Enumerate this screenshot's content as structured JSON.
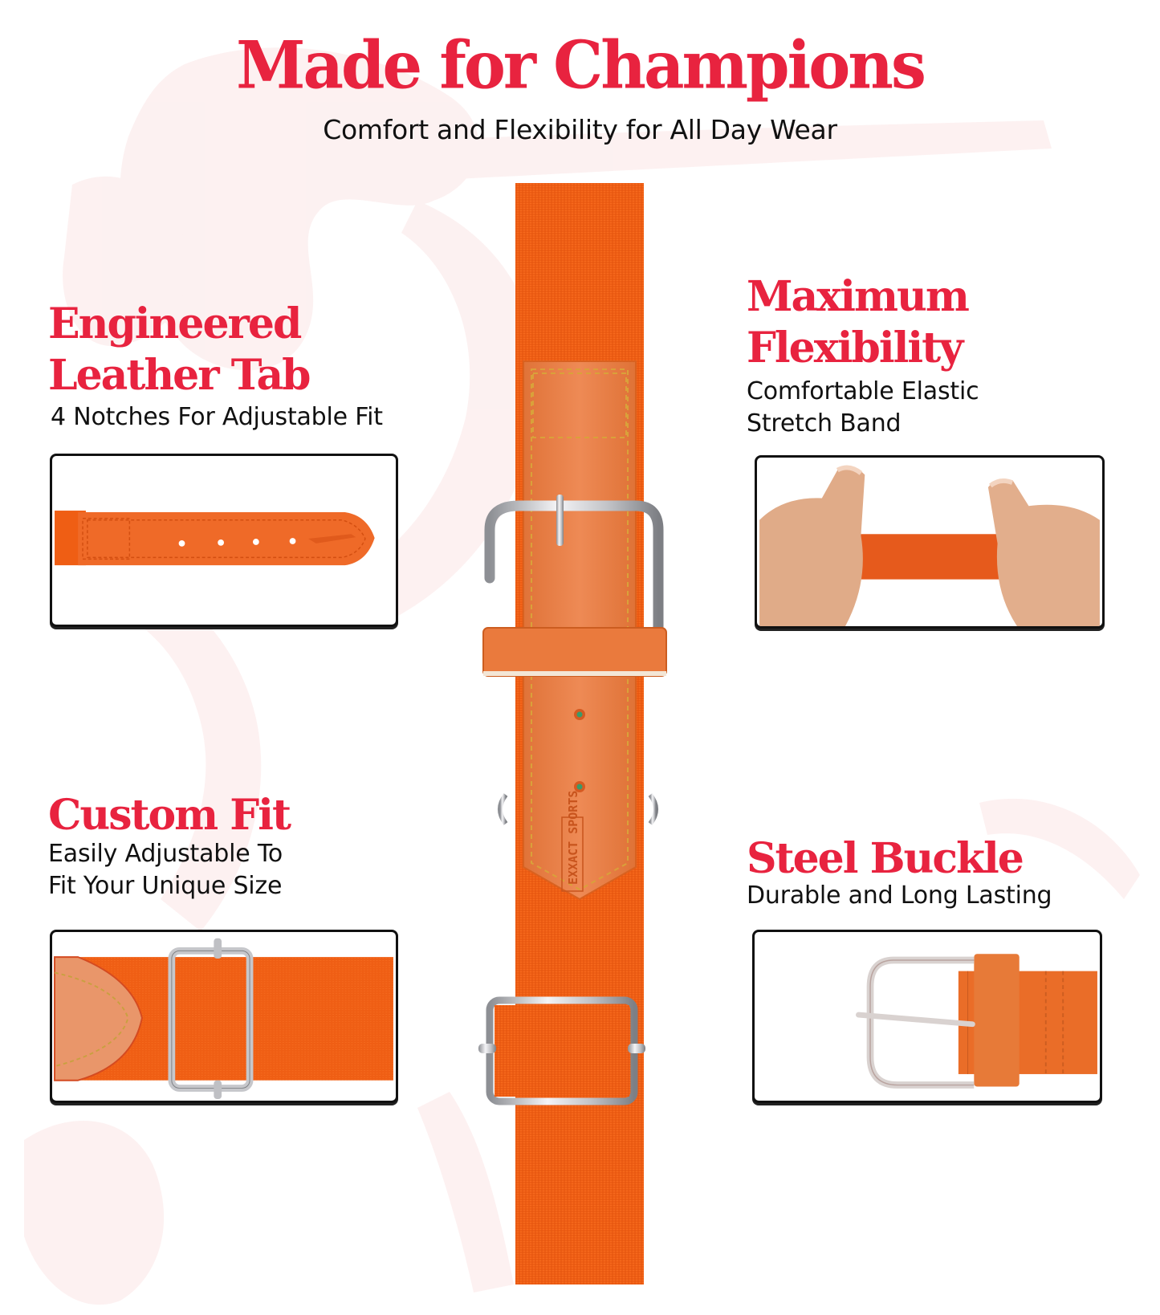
{
  "header": {
    "title": "Made for Champions",
    "subtitle": "Comfort and Flexibility for All Day Wear"
  },
  "features": [
    {
      "id": "leather-tab",
      "title_lines": [
        "Engineered",
        "Leather Tab"
      ],
      "description_lines": [
        "4 Notches For Adjustable Fit"
      ],
      "panel_image": "leather-tab-with-4-notches",
      "notch_count": 4
    },
    {
      "id": "flexibility",
      "title_lines": [
        "Maximum",
        "Flexibility"
      ],
      "description_lines": [
        "Comfortable Elastic",
        "Stretch Band"
      ],
      "panel_image": "hands-stretching-elastic-band"
    },
    {
      "id": "custom-fit",
      "title_lines": [
        "Custom Fit"
      ],
      "description_lines": [
        "Easily Adjustable To",
        "Fit Your Unique Size"
      ],
      "panel_image": "slider-adjuster-on-elastic"
    },
    {
      "id": "steel-buckle",
      "title_lines": [
        "Steel Buckle"
      ],
      "description_lines": [
        "Durable and Long Lasting"
      ],
      "panel_image": "steel-buckle-closeup"
    }
  ],
  "product": {
    "image": "orange-elastic-baseball-belt-vertical",
    "brand_stamp": "EXXACT SPORTS"
  },
  "colors": {
    "accent_red": "#e8233f",
    "text_dark": "#111111",
    "belt_orange": "#ef5e14",
    "leather_tan": "#e9824a",
    "stitch_gold": "#d9a13a",
    "steel": "#c9c9cc",
    "watermark": "#fdeeee"
  }
}
